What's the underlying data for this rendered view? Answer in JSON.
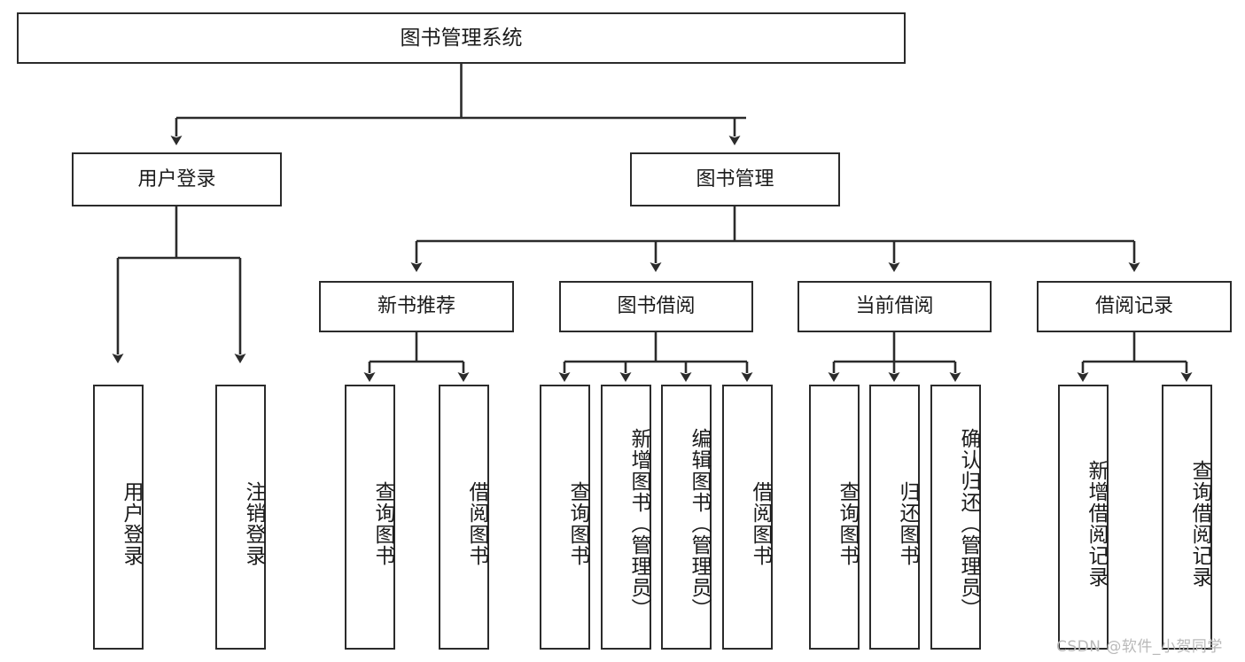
{
  "diagram": {
    "title": "图书管理系统",
    "type": "hierarchy-tree",
    "colors": {
      "box_border": "#2b2b2b",
      "box_fill": "#ffffff",
      "edge": "#2b2b2b",
      "text": "#1b1b1b",
      "watermark": "#b9b9b9"
    },
    "root": {
      "label": "图书管理系统"
    },
    "level2": [
      {
        "label": "用户登录"
      },
      {
        "label": "图书管理"
      }
    ],
    "level3": [
      {
        "label": "新书推荐"
      },
      {
        "label": "图书借阅"
      },
      {
        "label": "当前借阅"
      },
      {
        "label": "借阅记录"
      }
    ],
    "leaves": {
      "user_login": [
        {
          "label": "用户登录"
        },
        {
          "label": "注销登录"
        }
      ],
      "new_book": [
        {
          "label": "查询图书"
        },
        {
          "label": "借阅图书"
        }
      ],
      "book_borrow": [
        {
          "label": "查询图书"
        },
        {
          "label": "新增图书（管理员）"
        },
        {
          "label": "编辑图书（管理员）"
        },
        {
          "label": "借阅图书"
        }
      ],
      "current_borrow": [
        {
          "label": "查询图书"
        },
        {
          "label": "归还图书"
        },
        {
          "label": "确认归还（管理员）"
        }
      ],
      "borrow_record": [
        {
          "label": "新增借阅记录"
        },
        {
          "label": "查询借阅记录"
        }
      ]
    }
  },
  "watermark": {
    "text": "CSDN @软件_小贺同学"
  }
}
